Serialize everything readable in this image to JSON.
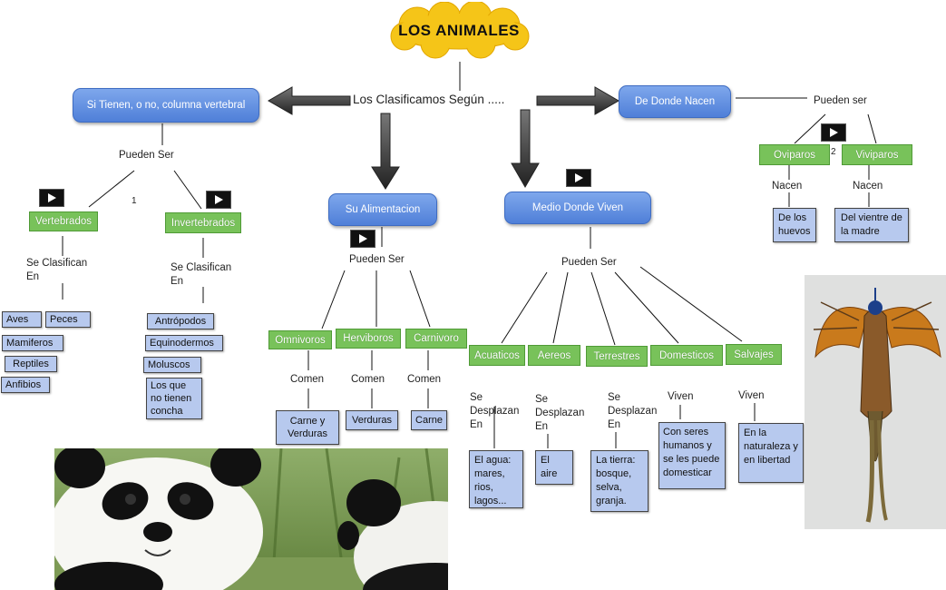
{
  "title": "LOS ANIMALES",
  "center_label": "Los Clasificamos Según .....",
  "nodes": {
    "vertebral": "Si Tienen, o no, columna vertebral",
    "alimentacion": "Su Alimentacion",
    "medio": "Medio Donde Viven",
    "nacen": "De Donde Nacen",
    "vertebrados": "Vertebrados",
    "invertebrados": "Invertebrados",
    "omnivoros": "Omnivoros",
    "herviboros": "Herviboros",
    "carnivoro": "Carnivoro",
    "acuaticos": "Acuaticos",
    "aereos": "Aereos",
    "terrestres": "Terrestres",
    "domesticos": "Domesticos",
    "salvajes": "Salvajes",
    "oviparos": "Oviparos",
    "viviparos": "Viviparos"
  },
  "texts": {
    "pueden_ser_1": "Pueden Ser",
    "pueden_ser_2": "Pueden Ser",
    "pueden_ser_3": "Pueden Ser",
    "pueden_ser_4": "Pueden ser",
    "num_1": "1",
    "num_2": "2",
    "se_clasifican_1": "Se Clasifican En",
    "se_clasifican_2": "Se Clasifican En",
    "comen_1": "Comen",
    "comen_2": "Comen",
    "comen_3": "Comen",
    "se_desplazan_1": "Se Desplazan En",
    "se_desplazan_2": "Se Desplazan En",
    "se_desplazan_3": "Se Desplazan En",
    "viven_1": "Viven",
    "viven_2": "Viven",
    "nacen_1": "Nacen",
    "nacen_2": "Nacen"
  },
  "leaves": {
    "aves": "Aves",
    "peces": "Peces",
    "mamiferos": "Mamiferos",
    "reptiles": "Reptiles",
    "anfibios": "Anfibios",
    "artropodos": "Antrópodos",
    "equinodermos": "Equinodermos",
    "moluscos": "Moluscos",
    "sin_concha": "Los que no tienen concha",
    "carne_verduras": "Carne y Verduras",
    "verduras": "Verduras",
    "carne": "Carne",
    "agua": "El agua: mares, rios, lagos...",
    "aire": "El aire",
    "tierra": "La tierra: bosque, selva, granja.",
    "humanos": "Con seres humanos y se les puede domesticar",
    "naturaleza": "En la naturaleza y en libertad",
    "huevos": "De los huevos",
    "vientre": "Del vientre de la madre"
  },
  "colors": {
    "blue_node": "#5b8be0",
    "green_node": "#78c25a",
    "leaf_box": "#b7c9ee",
    "title_cloud": "#f5c518"
  },
  "icons": [
    "play-icon",
    "cloud-shape",
    "panda-photo",
    "peacock-photo"
  ]
}
